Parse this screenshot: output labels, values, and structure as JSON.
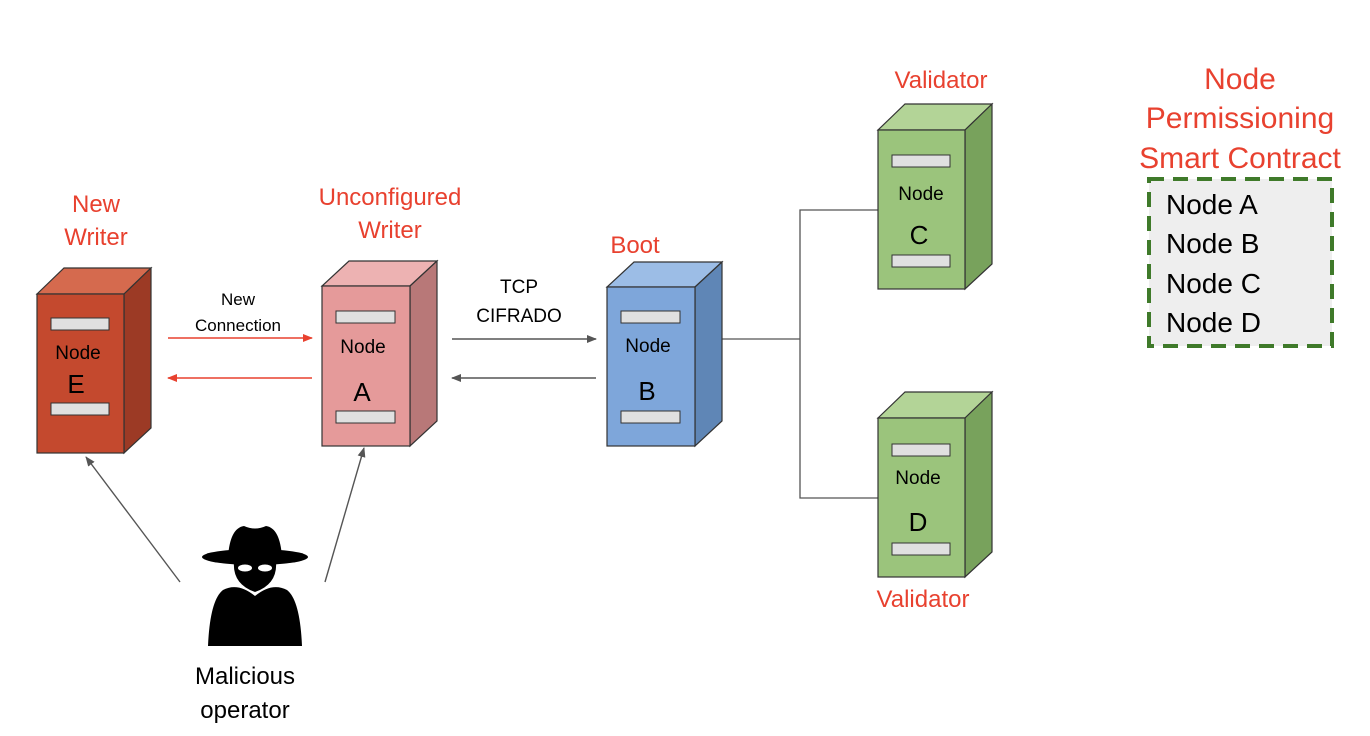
{
  "colors": {
    "label_red": "#e8412f",
    "arrow_red": "#e8412f",
    "arrow_gray": "#555555",
    "node_e": {
      "front": "#c4492e",
      "side": "#9c3a25",
      "top": "#d56a4e"
    },
    "node_a": {
      "front": "#e59a9a",
      "side": "#b87878",
      "top": "#edb2b2"
    },
    "node_b": {
      "front": "#7ea6da",
      "side": "#5f86b6",
      "top": "#9cbde6"
    },
    "node_validator": {
      "front": "#9bc47c",
      "side": "#78a25c",
      "top": "#b3d497"
    },
    "contract_border": "#3f7a2a",
    "contract_fill": "#eeeeee"
  },
  "nodes": {
    "e": {
      "role_lines": [
        "New",
        "Writer"
      ],
      "title": "Node",
      "letter": "E"
    },
    "a": {
      "role_lines": [
        "Unconfigured",
        "Writer"
      ],
      "title": "Node",
      "letter": "A"
    },
    "b": {
      "role_lines": [
        "Boot"
      ],
      "title": "Node",
      "letter": "B"
    },
    "c": {
      "role_lines": [
        "Validator"
      ],
      "title": "Node",
      "letter": "C"
    },
    "d": {
      "role_lines": [
        "Validator"
      ],
      "title": "Node",
      "letter": "D"
    }
  },
  "edges": {
    "e_a": {
      "label_lines": [
        "New",
        "Connection"
      ]
    },
    "a_b": {
      "label_lines": [
        "TCP",
        "CIFRADO"
      ]
    }
  },
  "actor": {
    "icon": "spy-icon",
    "label_lines": [
      "Malicious",
      "operator"
    ]
  },
  "contract": {
    "title_lines": [
      "Node",
      "Permissioning",
      "Smart Contract"
    ],
    "items": [
      "Node A",
      "Node B",
      "Node C",
      "Node D"
    ]
  }
}
